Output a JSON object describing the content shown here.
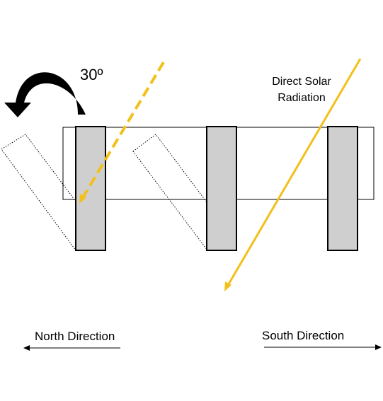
{
  "angle_label": "30º",
  "solar_label_line1": "Direct Solar",
  "solar_label_line2": "Radiation",
  "north_label": "North Direction",
  "south_label": "South Direction",
  "colors": {
    "louver_fill": "#d0cfd0",
    "solar_ray": "#f2c01a",
    "outline": "#000000",
    "background": "#ffffff"
  }
}
